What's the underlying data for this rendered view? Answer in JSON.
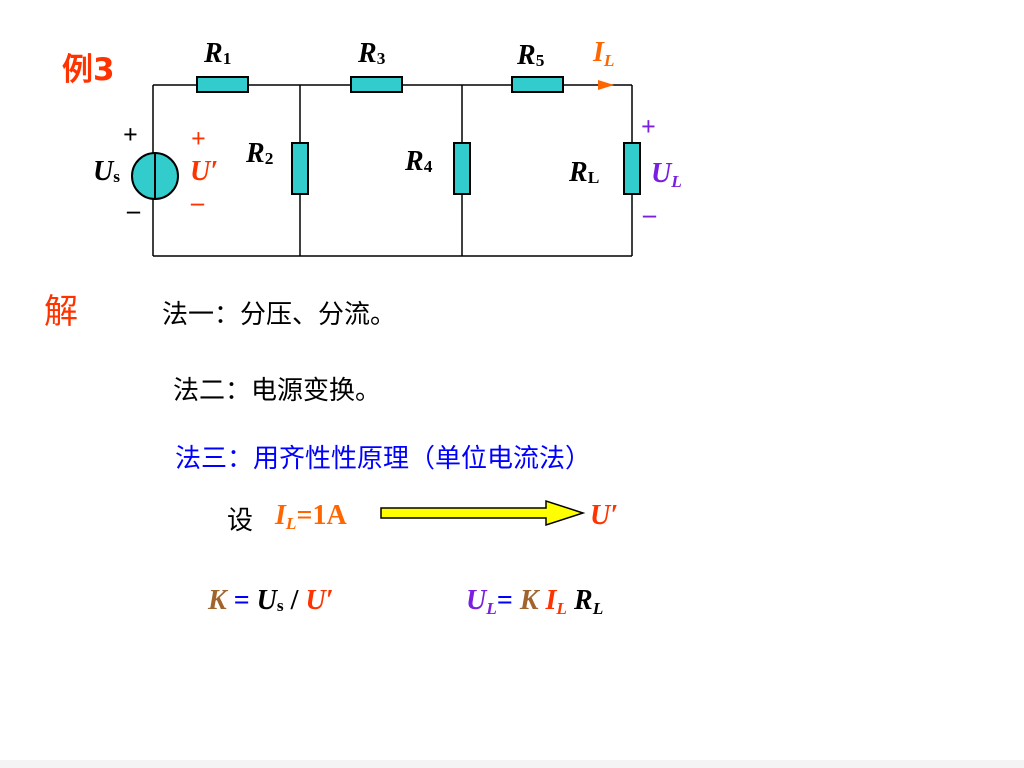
{
  "example_label": "例3",
  "solution_label": "解",
  "circuit": {
    "r1": {
      "main": "R",
      "sub": "1"
    },
    "r2": {
      "main": "R",
      "sub": "2"
    },
    "r3": {
      "main": "R",
      "sub": "3"
    },
    "r4": {
      "main": "R",
      "sub": "4"
    },
    "r5": {
      "main": "R",
      "sub": "5"
    },
    "rl": {
      "main": "R",
      "sub": "L"
    },
    "il": {
      "main": "I",
      "sub": "L"
    },
    "us": {
      "main": "U",
      "sub": "s"
    },
    "u_prime": "U′",
    "ul": {
      "main": "U",
      "sub": "L"
    },
    "plus": "+",
    "minus": "–"
  },
  "methods": {
    "method1": "法一：分压、分流。",
    "method2": "法二：电源变换。",
    "method3": "法三：用齐性性原理（单位电流法）"
  },
  "assume": {
    "prefix": "设",
    "il_main": "I",
    "il_sub": "L",
    "value": "=1A",
    "result": "U′"
  },
  "formula_k": {
    "k": "K",
    "eq": "=",
    "us_main": "U",
    "us_sub": "s",
    "slash": "/",
    "u_prime": "U′"
  },
  "formula_ul": {
    "ul_main": "U",
    "ul_sub": "L",
    "eq": "=",
    "k": "K",
    "il_main": "I",
    "il_sub": "L",
    "rl_main": "R",
    "rl_sub": "L"
  },
  "colors": {
    "resistor_fill": "#33cccc",
    "arrow_fill": "#ffff00",
    "red": "#ff3300",
    "orange": "#ff6600",
    "purple": "#7a1fe0",
    "blue": "#0000ff",
    "brown": "#a0642c"
  }
}
